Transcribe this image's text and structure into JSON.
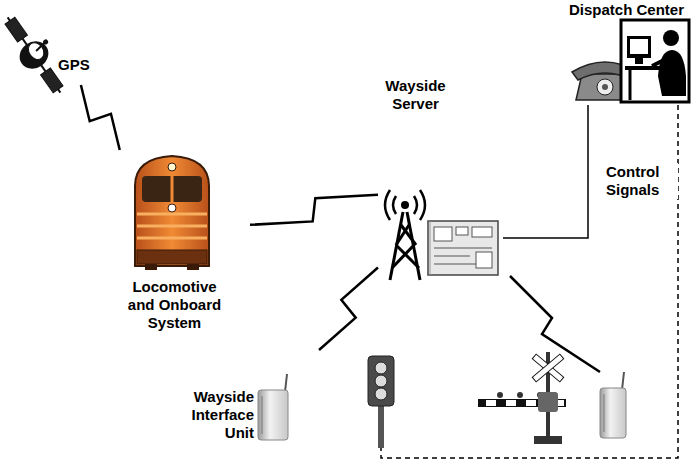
{
  "diagram": {
    "nodes": [
      {
        "text": [
          "GPS"
        ]
      },
      {
        "text": [
          "Locomotive and Onboard System"
        ]
      },
      {
        "text": [
          "Wayside Server"
        ]
      },
      {
        "text": [
          "Dispatch Center"
        ]
      },
      {
        "text": [
          "Wayside Interface Unit"
        ]
      }
    ],
    "edges": [
      {
        "from": 0,
        "to": 1,
        "arrow": "none"
      },
      {
        "from": 1,
        "to": 2,
        "arrow": "none"
      },
      {
        "from": 2,
        "to": 3,
        "arrow": "none"
      },
      {
        "from": 2,
        "to": 4,
        "arrow": "none"
      },
      {
        "from": 3,
        "to": 4,
        "arrow": "none",
        "label": "Control Signals"
      }
    ]
  }
}
